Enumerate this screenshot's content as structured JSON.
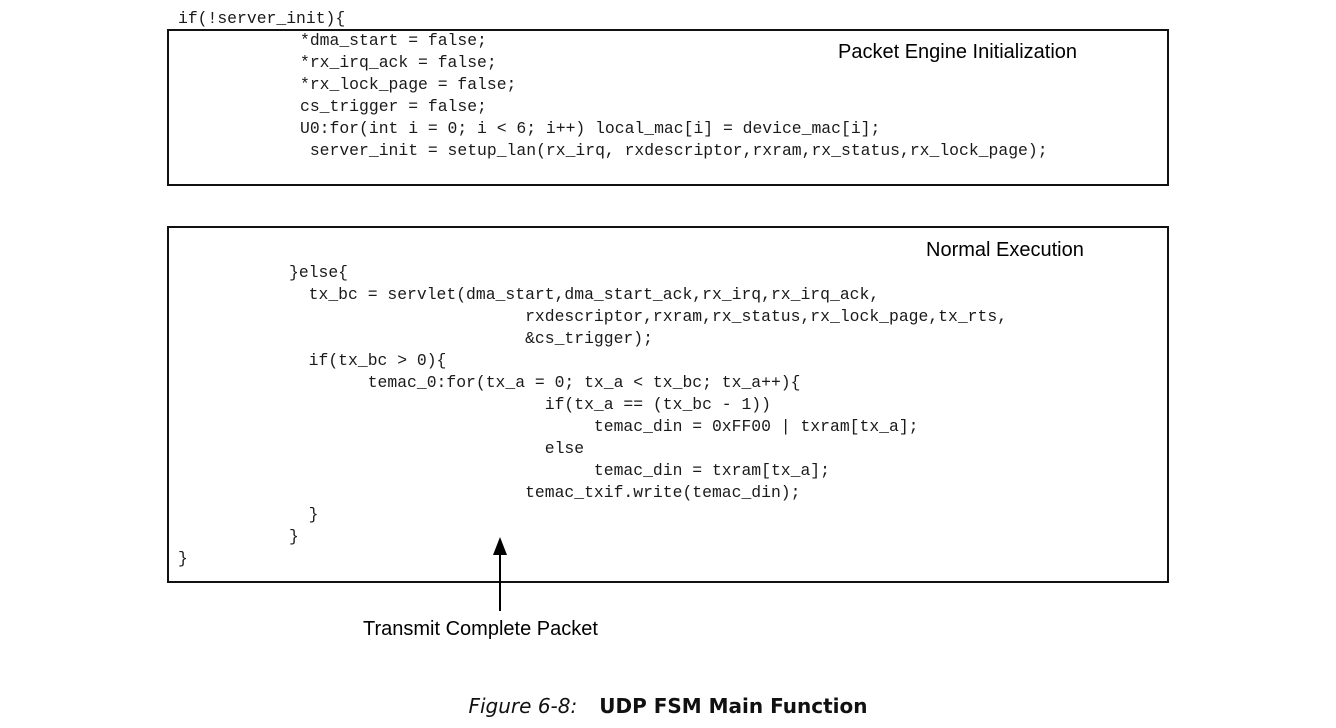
{
  "code": {
    "if_line": "if(!server_init){",
    "init_lines": [
      "*dma_start = false;",
      "*rx_irq_ack = false;",
      "*rx_lock_page = false;",
      "cs_trigger = false;",
      "U0:for(int i = 0; i < 6; i++) local_mac[i] = device_mac[i];",
      " server_init = setup_lan(rx_irq, rxdescriptor,rxram,rx_status,rx_lock_page);"
    ],
    "exec_lines": [
      "}else{",
      "  tx_bc = servlet(dma_start,dma_start_ack,rx_irq,rx_irq_ack,",
      "                        rxdescriptor,rxram,rx_status,rx_lock_page,tx_rts,",
      "                        &cs_trigger);",
      "  if(tx_bc > 0){",
      "        temac_0:for(tx_a = 0; tx_a < tx_bc; tx_a++){",
      "                          if(tx_a == (tx_bc - 1))",
      "                               temac_din = 0xFF00 | txram[tx_a];",
      "                          else",
      "                               temac_din = txram[tx_a];",
      "                        temac_txif.write(temac_din);",
      "  }",
      "}"
    ],
    "closing_brace": "}"
  },
  "labels": {
    "init_box": "Packet Engine Initialization",
    "exec_box": "Normal Execution",
    "arrow": "Transmit Complete Packet"
  },
  "caption": {
    "number": "Figure 6-8:",
    "title": "UDP FSM Main Function"
  },
  "colors": {
    "text": "#1a1a1a",
    "border": "#111111"
  }
}
